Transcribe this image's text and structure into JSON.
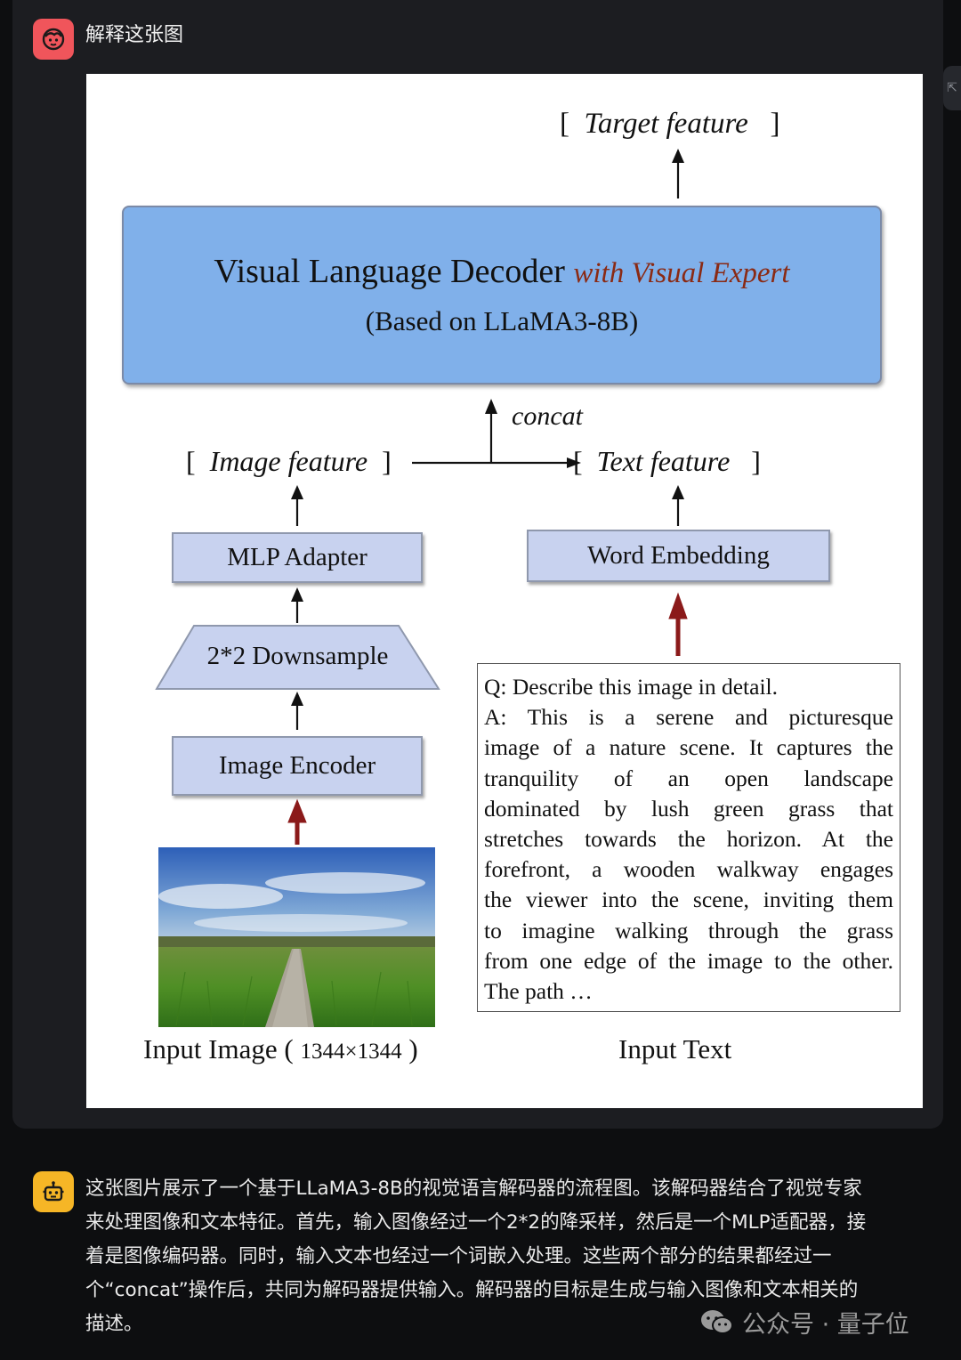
{
  "chat": {
    "user_message": "解释这张图",
    "figure": {
      "target_feature": "Target feature",
      "decoder_title": "Visual Language Decoder",
      "decoder_expert": "with Visual Expert",
      "decoder_base": "(Based on LLaMA3-8B)",
      "concat": "concat",
      "image_feature": "Image feature",
      "text_feature": "Text feature",
      "mlp_adapter": "MLP Adapter",
      "word_embedding": "Word Embedding",
      "downsample": "2*2 Downsample",
      "image_encoder": "Image Encoder",
      "input_image_label": "Input Image",
      "input_image_size": "1344×1344",
      "input_text_label": "Input Text",
      "qa_lines": [
        "Q: Describe this image in detail.",
        "A: This is a serene and picturesque",
        "image of a nature scene. It captures the",
        "tranquility of an open landscape",
        "dominated by lush green grass that",
        "stretches towards the horizon. At the",
        "forefront, a wooden walkway engages",
        "the viewer into the scene, inviting them",
        "to imagine walking through the grass",
        "from one edge of the image to the other.",
        "The path …"
      ]
    },
    "bot_lines": [
      "这张图片展示了一个基于LLaMA3-8B的视觉语言解码器的流程图。该解码器结合了视觉专家",
      "来处理图像和文本特征。首先，输入图像经过一个2*2的降采样，然后是一个MLP适配器，接",
      "着是图像编码器。同时，输入文本也经过一个词嵌入处理。这些两个部分的结果都经过一",
      "个“concat”操作后，共同为解码器提供输入。解码器的目标是生成与输入图像和文本相关的",
      "描述。"
    ],
    "watermark": "公众号 · 量子位"
  },
  "colors": {
    "user_avatar": "#f0555b",
    "bot_avatar": "#f6b626",
    "decoder_fill": "#80b0ea",
    "module_fill": "#c8d2ef",
    "expert_text": "#8a2a14",
    "red_arrow": "#8b1a1a"
  },
  "icons": {
    "user_avatar": "user-face-icon",
    "bot_avatar": "robot-icon",
    "side_tab": "collapse-arrow-icon",
    "watermark": "wechat-icon"
  }
}
